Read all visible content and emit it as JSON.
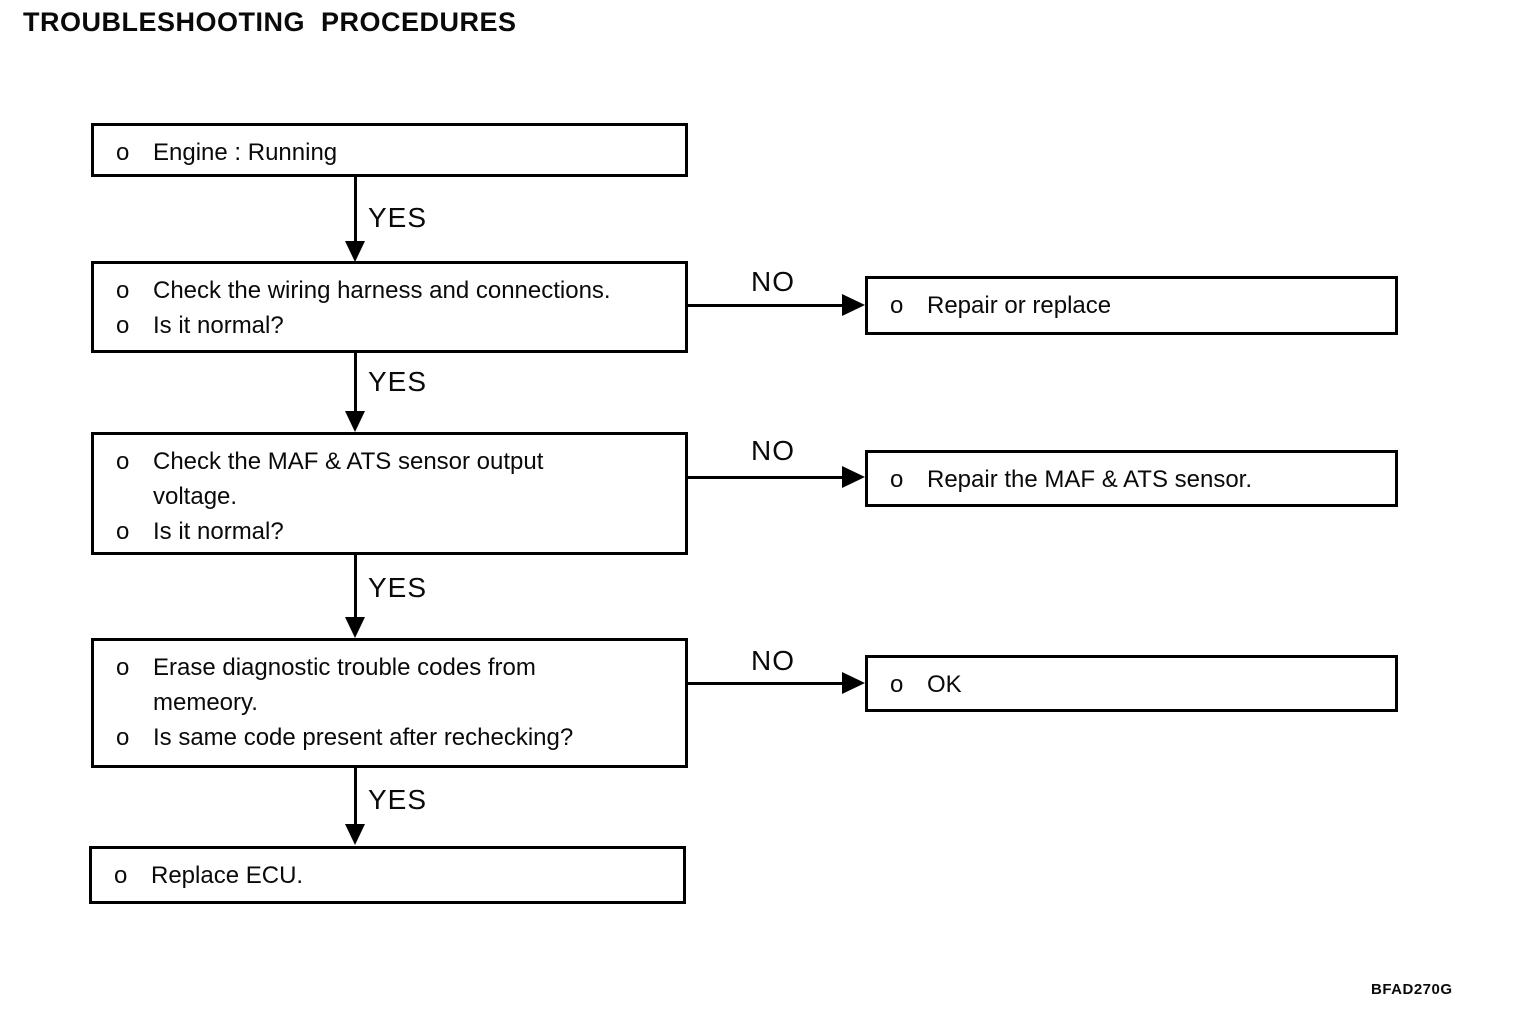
{
  "title": "TROUBLESHOOTING  PROCEDURES",
  "figure_code": "BFAD270G",
  "bullet": "o",
  "diagram_type": "flowchart",
  "nodes": {
    "step1": {
      "items": [
        [
          "Engine : Running"
        ]
      ]
    },
    "step2": {
      "items": [
        [
          "Check the wiring harness and connections."
        ],
        [
          "Is it normal?"
        ]
      ]
    },
    "step2_no": {
      "items": [
        [
          "Repair or replace"
        ]
      ]
    },
    "step3": {
      "items": [
        [
          "Check the MAF & ATS sensor output",
          "voltage."
        ],
        [
          "Is it normal?"
        ]
      ]
    },
    "step3_no": {
      "items": [
        [
          "Repair the MAF & ATS sensor."
        ]
      ]
    },
    "step4": {
      "items": [
        [
          "Erase diagnostic trouble codes from",
          "memeory."
        ],
        [
          "Is same code present after rechecking?"
        ]
      ]
    },
    "step4_no": {
      "items": [
        [
          "OK"
        ]
      ]
    },
    "step5": {
      "items": [
        [
          "Replace ECU."
        ]
      ]
    }
  },
  "edges": [
    {
      "from": "step1",
      "to": "step2",
      "label": "YES"
    },
    {
      "from": "step2",
      "to": "step2_no",
      "label": "NO"
    },
    {
      "from": "step2",
      "to": "step3",
      "label": "YES"
    },
    {
      "from": "step3",
      "to": "step3_no",
      "label": "NO"
    },
    {
      "from": "step3",
      "to": "step4",
      "label": "YES"
    },
    {
      "from": "step4",
      "to": "step4_no",
      "label": "NO"
    },
    {
      "from": "step4",
      "to": "step5",
      "label": "YES"
    }
  ]
}
